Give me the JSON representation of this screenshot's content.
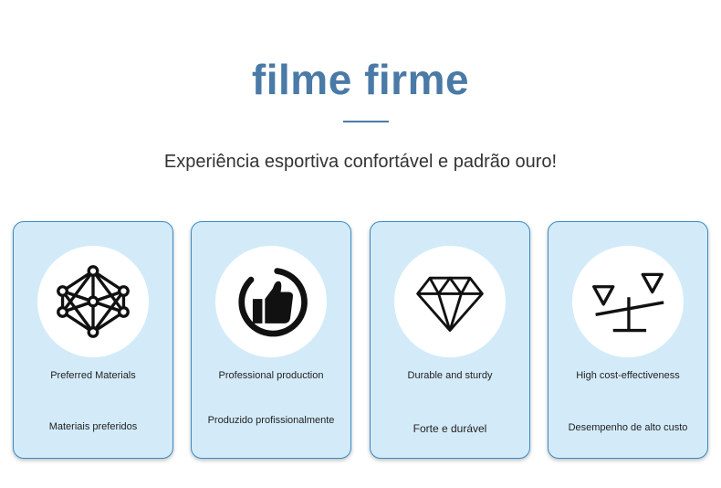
{
  "header": {
    "title": "filme firme",
    "subtitle": "Experiência esportiva confortável e padrão ouro!"
  },
  "cards": [
    {
      "icon": "network-icon",
      "label_en": "Preferred Materials",
      "label_pt": "Materiais preferidos"
    },
    {
      "icon": "thumbs-up-icon",
      "label_en": "Professional production",
      "label_pt": "Produzido profissionalmente"
    },
    {
      "icon": "diamond-icon",
      "label_en": "Durable and sturdy",
      "label_pt": "Forte e durável"
    },
    {
      "icon": "balance-scale-icon",
      "label_en": "High cost-effectiveness",
      "label_pt": "Desempenho de alto custo"
    }
  ]
}
